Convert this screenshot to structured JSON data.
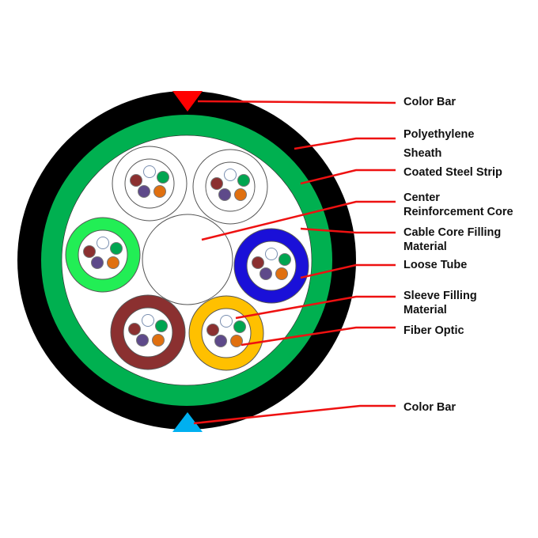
{
  "labels": {
    "color_bar_top": "Color Bar",
    "polyethylene": "Polyethylene",
    "sheath": "Sheath",
    "coated_steel_strip": "Coated Steel Strip",
    "center": "Center",
    "reinforcement_core": "Reinforcement Core",
    "cable_core_filling": "Cable Core Filling",
    "cable_core_material": "Material",
    "loose_tube": "Loose Tube",
    "sleeve_filling": "Sleeve Filling",
    "sleeve_material": "Material",
    "fiber_optic": "Fiber Optic",
    "color_bar_bottom": "Color Bar"
  },
  "colors": {
    "sheath": "#000000",
    "steel_strip": "#00b050",
    "leader_line": "#ee1111",
    "color_bar_top": "#ff0000",
    "color_bar_bottom": "#00b0f0",
    "tubes": [
      "#ffffff",
      "#ffffff",
      "#22ee55",
      "#1a10d8",
      "#8b3030",
      "#ffc000"
    ],
    "fibers": [
      "#ffffff",
      "#00a550",
      "#8b3030",
      "#5e4a8a",
      "#e07010"
    ]
  }
}
